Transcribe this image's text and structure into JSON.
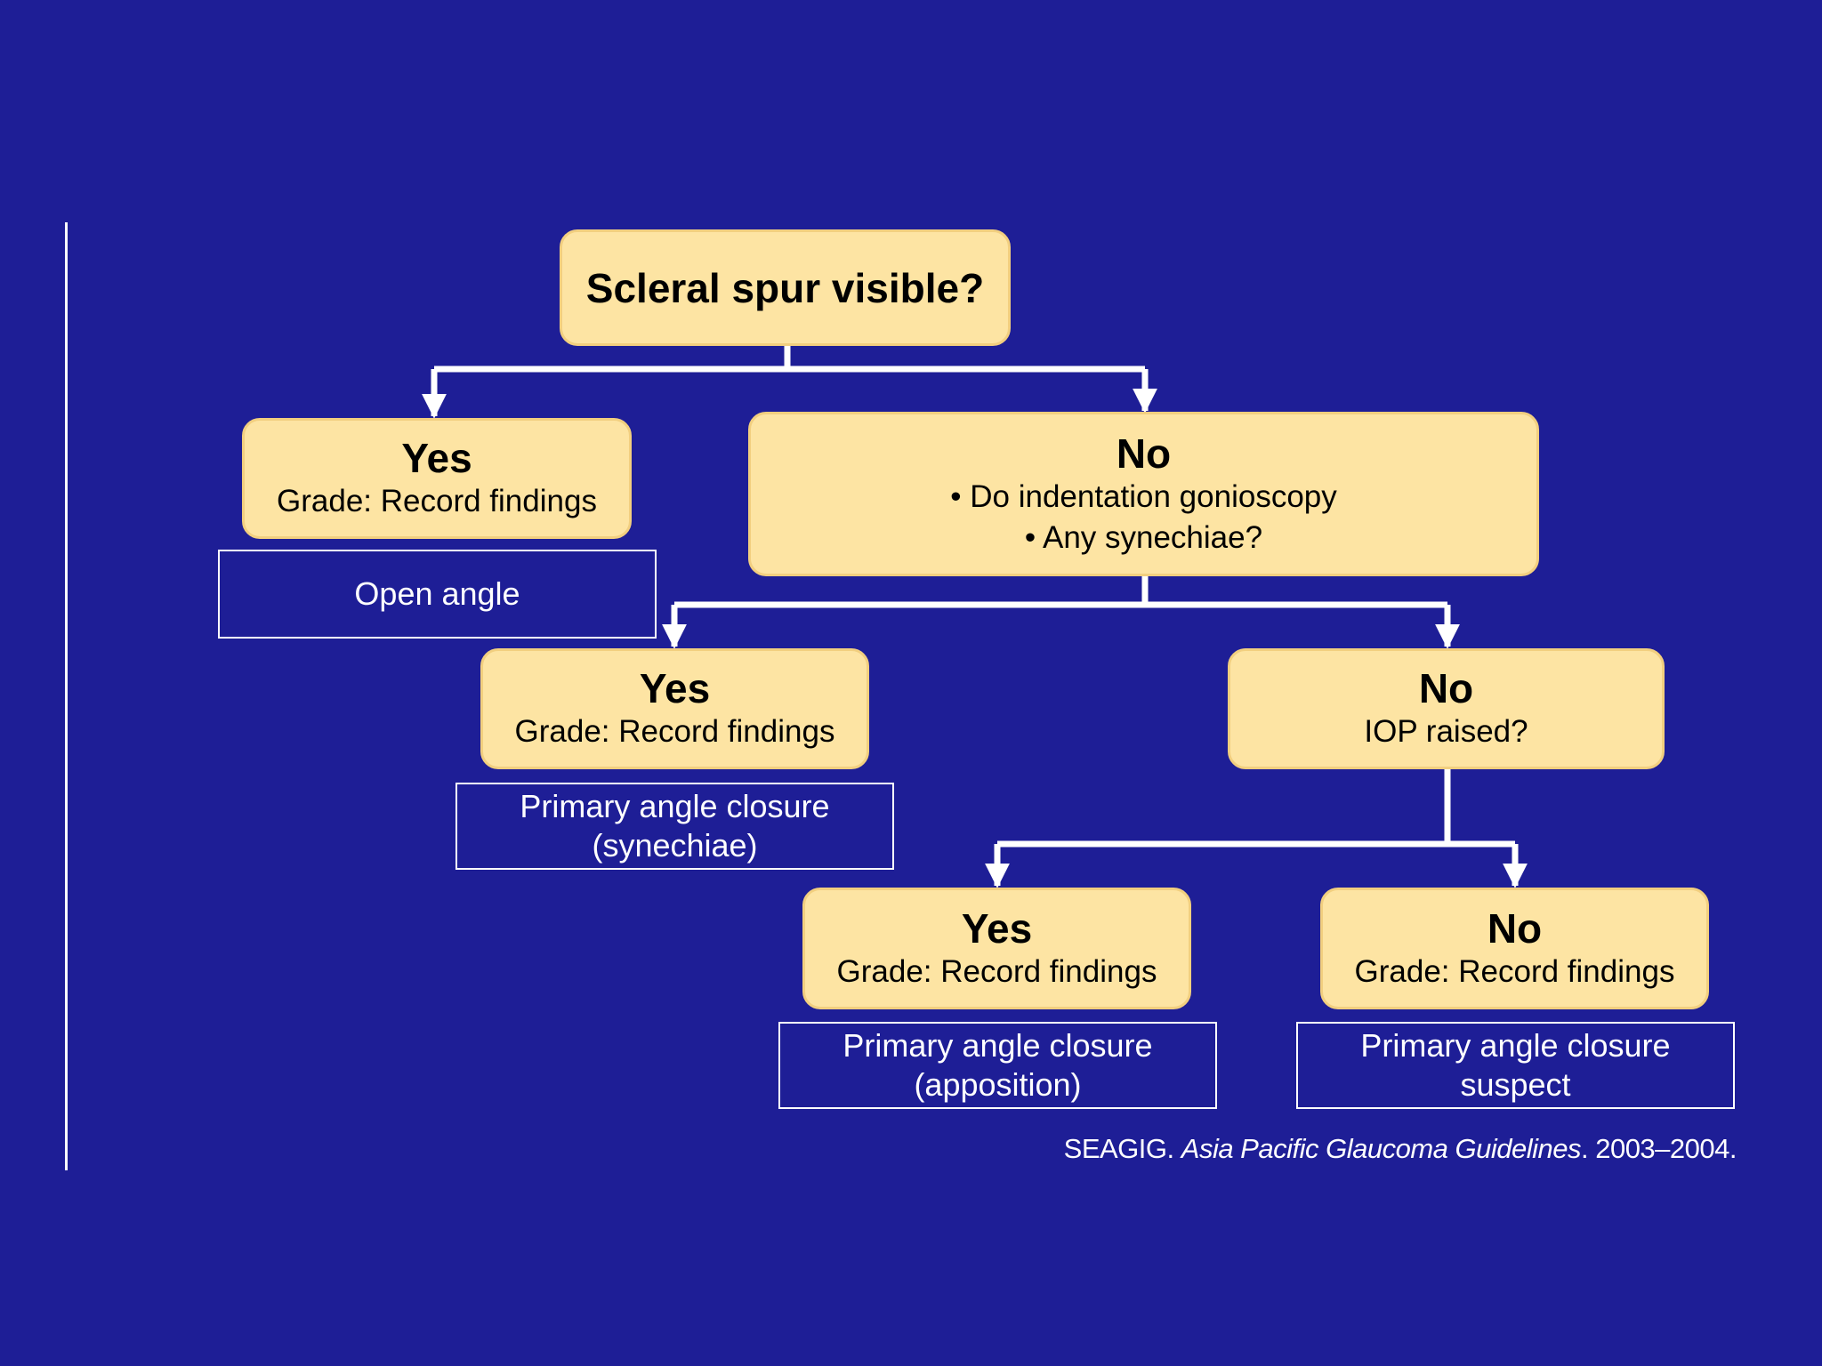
{
  "colors": {
    "background": "#1e1e96",
    "box_fill": "#fde4a3",
    "box_text": "#000000",
    "line": "#ffffff",
    "outcome_text": "#ffffff"
  },
  "nodes": {
    "root": {
      "title": "Scleral spur visible?"
    },
    "spur_yes": {
      "title": "Yes",
      "sub": "Grade: Record findings"
    },
    "spur_no": {
      "title": "No",
      "bullets": [
        "Do indentation gonioscopy",
        "Any synechiae?"
      ]
    },
    "synechiae_yes": {
      "title": "Yes",
      "sub": "Grade: Record findings"
    },
    "synechiae_no": {
      "title": "No",
      "sub": "IOP raised?"
    },
    "iop_yes": {
      "title": "Yes",
      "sub": "Grade: Record findings"
    },
    "iop_no": {
      "title": "No",
      "sub": "Grade: Record findings"
    }
  },
  "outcomes": {
    "open_angle": [
      "Open angle"
    ],
    "pac_synechiae": [
      "Primary angle closure",
      "(synechiae)"
    ],
    "pac_apposition": [
      "Primary angle closure",
      "(apposition)"
    ],
    "pac_suspect": [
      "Primary angle closure",
      "suspect"
    ]
  },
  "citation": {
    "org": "SEAGIG. ",
    "title": "Asia Pacific Glaucoma Guidelines",
    "years": ". 2003–2004."
  }
}
